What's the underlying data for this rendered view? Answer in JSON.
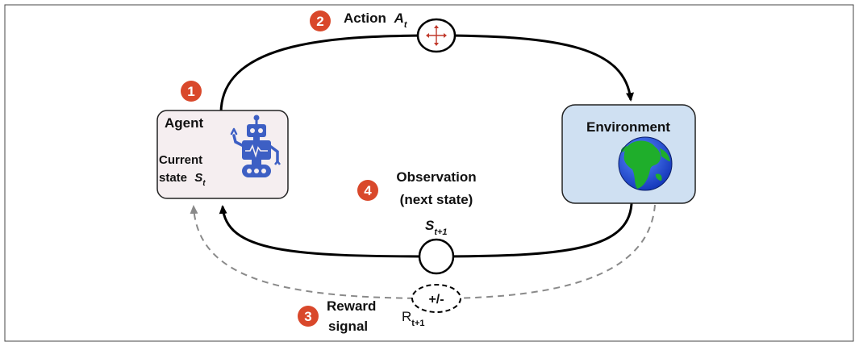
{
  "steps": {
    "one": "1",
    "two": "2",
    "three": "3",
    "four": "4"
  },
  "action": {
    "label": "Action",
    "symbol": "A",
    "subscript": "t"
  },
  "agent": {
    "title": "Agent",
    "line1": "Current",
    "line2": "state",
    "symbol": "S",
    "subscript": "t",
    "icon": "robot-icon"
  },
  "environment": {
    "title": "Environment",
    "icon": "globe-icon"
  },
  "observation": {
    "line1": "Observation",
    "line2": "(next state)",
    "symbol": "S",
    "subscript": "t+1"
  },
  "reward": {
    "line1": "Reward",
    "line2": "signal",
    "node_text": "+/-",
    "symbol": "R",
    "subscript": "t+1"
  },
  "colors": {
    "badge": "#d9482b",
    "agent_fill": "#f5eef0",
    "environment_fill": "#cfe0f2",
    "robot": "#3d5fc4",
    "arrow": "#000000",
    "reward_arrow": "#8a8a8a",
    "action_icon": "#c0392b",
    "globe_ocean": "#1e56d8",
    "globe_land": "#1fae2b"
  }
}
